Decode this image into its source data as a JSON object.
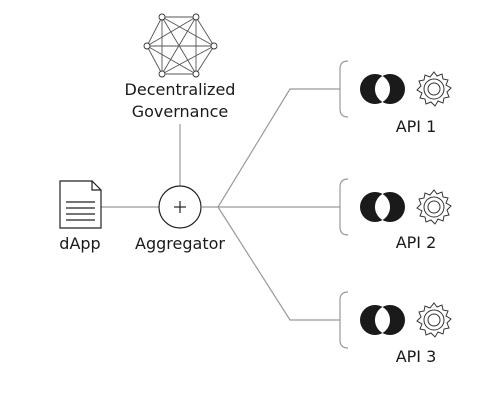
{
  "governance": {
    "line1": "Decentralized",
    "line2": "Governance",
    "icon": "network-mesh-icon"
  },
  "dapp": {
    "label": "dApp",
    "icon": "document-icon"
  },
  "aggregator": {
    "label": "Aggregator",
    "icon": "plus-circle-icon"
  },
  "apis": [
    {
      "label": "API 1",
      "icons": [
        "oracle-eye-icon",
        "gear-icon"
      ]
    },
    {
      "label": "API 2",
      "icons": [
        "oracle-eye-icon",
        "gear-icon"
      ]
    },
    {
      "label": "API 3",
      "icons": [
        "oracle-eye-icon",
        "gear-icon"
      ]
    }
  ],
  "colors": {
    "line": "#9a9a9a",
    "stroke": "#222222",
    "fill_dark": "#1a1a1a"
  }
}
